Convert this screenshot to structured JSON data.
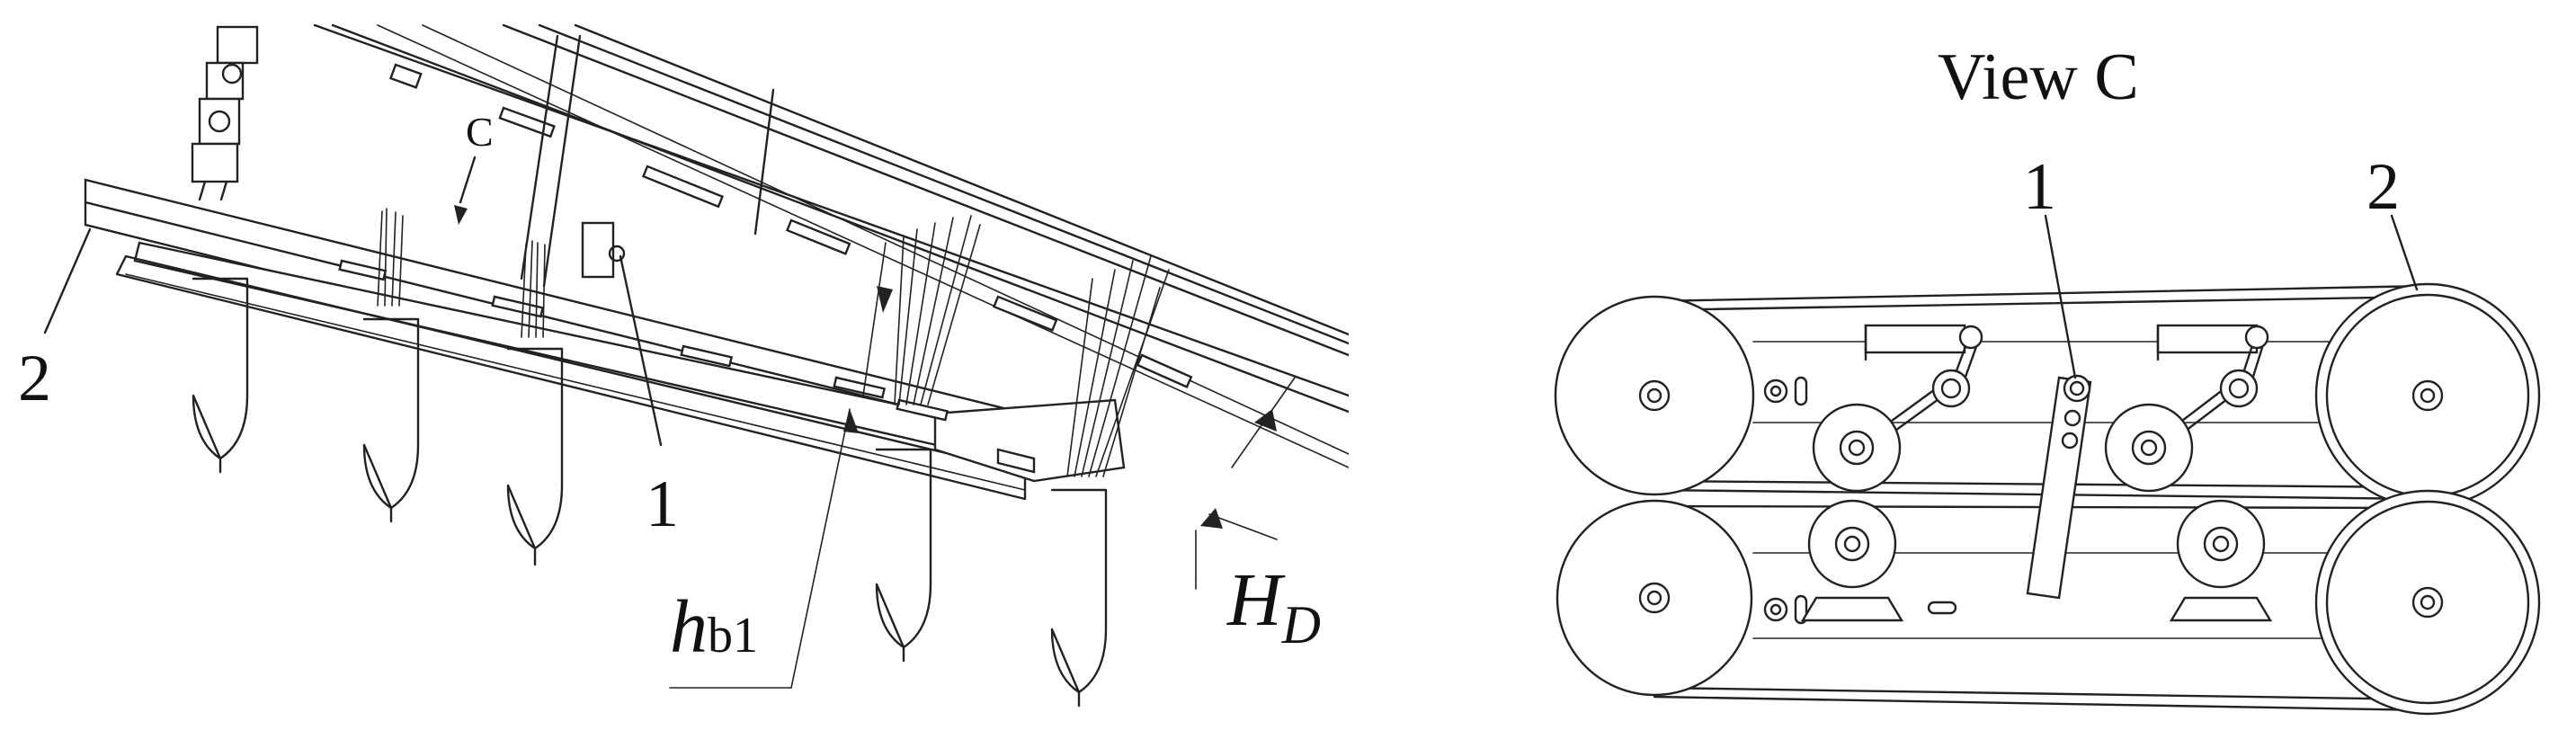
{
  "left_view": {
    "labels": {
      "view_arrow": "C",
      "part_1": "1",
      "part_2": "2",
      "dim_h_main": "h",
      "dim_h_sub": "b1",
      "dim_H_main": "H",
      "dim_H_sub": "D"
    }
  },
  "right_view": {
    "title": "View C",
    "labels": {
      "part_1": "1",
      "part_2": "2"
    }
  },
  "colors": {
    "ink": "#222222",
    "background": "#ffffff"
  }
}
